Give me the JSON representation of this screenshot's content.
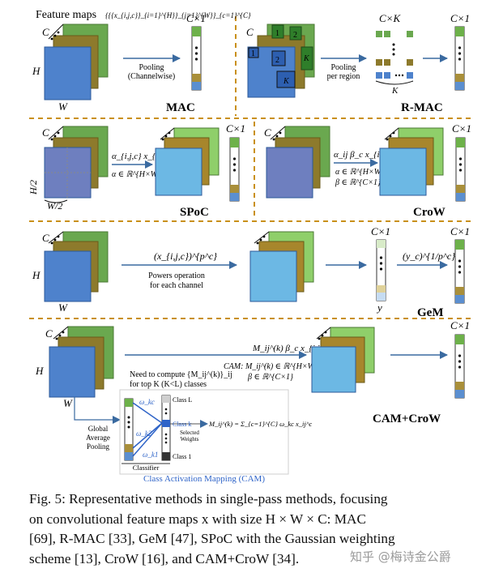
{
  "title": "Feature maps",
  "title_formula": "{{{x_{i,j,c}}_{i=1}^{H}}_{j=1}^{W}}_{c=1}^{C}",
  "dims": {
    "C": "C",
    "H": "H",
    "W": "W",
    "K": "K",
    "y": "y",
    "Cx1": "C×1",
    "CxK": "C×K",
    "H2": "H/2",
    "W2": "W/2"
  },
  "mac": {
    "name": "MAC",
    "op1": "Pooling",
    "op2": "(Channelwise)"
  },
  "rmac": {
    "name": "R-MAC",
    "op1": "Pooling",
    "op2": "per region",
    "r1": "1",
    "r2": "2",
    "rk": "K"
  },
  "spoc": {
    "name": "SPoC",
    "f1": "α_{i,j,c} x_{i,j,c}",
    "f2": "α ∈ ℝ^{H×W}"
  },
  "crow": {
    "name": "CroW",
    "f1": "α_ij β_c x_{i,j,c}",
    "f2": "α ∈ ℝ^{H×W}",
    "f3": "β ∈ ℝ^{C×1}"
  },
  "gem": {
    "name": "GeM",
    "f1": "(x_{i,j,c})^{p^c}",
    "op1": "Powers operation",
    "op2": "for each channel",
    "f2": "(y_c)^{1/p^c}"
  },
  "cam": {
    "name": "CAM+CroW",
    "f1": "M_ij^(k) β_c x_{i,j,c}",
    "f2": "CAM: M_ij^(k) ∈ ℝ^{H×W}",
    "f3": "β ∈ ℝ^{C×1}",
    "need1": "Need to compute {M_ij^(k)}_ij",
    "need2": "for top K (K<L) classes",
    "gap1": "Global",
    "gap2": "Average",
    "gap3": "Pooling",
    "classL": "Class L",
    "classk": "Class k",
    "class1": "Class 1",
    "sel1": "Selected",
    "sel2": "Weights",
    "classifier": "Classifier",
    "wKc": "ω_kc",
    "wk2": "ω_k2",
    "wk1": "ω_k1",
    "formula": "M_ij^(k) = Σ_{c=1}^{C} ω_kc x_ij^c",
    "cam_title": "Class Activation Mapping (CAM)"
  },
  "caption": [
    "Fig. 5: Representative methods in single-pass methods, focusing",
    "on convolutional feature maps x with size H × W × C: MAC",
    "[69], R-MAC [33], GeM [47], SPoC with the Gaussian weighting",
    "scheme [13], CroW [16], and CAM+CroW [34]."
  ],
  "watermark": "知乎 @梅诗金公爵",
  "colors": {
    "green": "#5e9a3c",
    "green_light": "#a6d688",
    "olive": "#8c7a24",
    "blue": "#4a7ec8",
    "sky": "#5aa9dc",
    "dash": "#c9901a",
    "gray": "#6b6b6b"
  }
}
